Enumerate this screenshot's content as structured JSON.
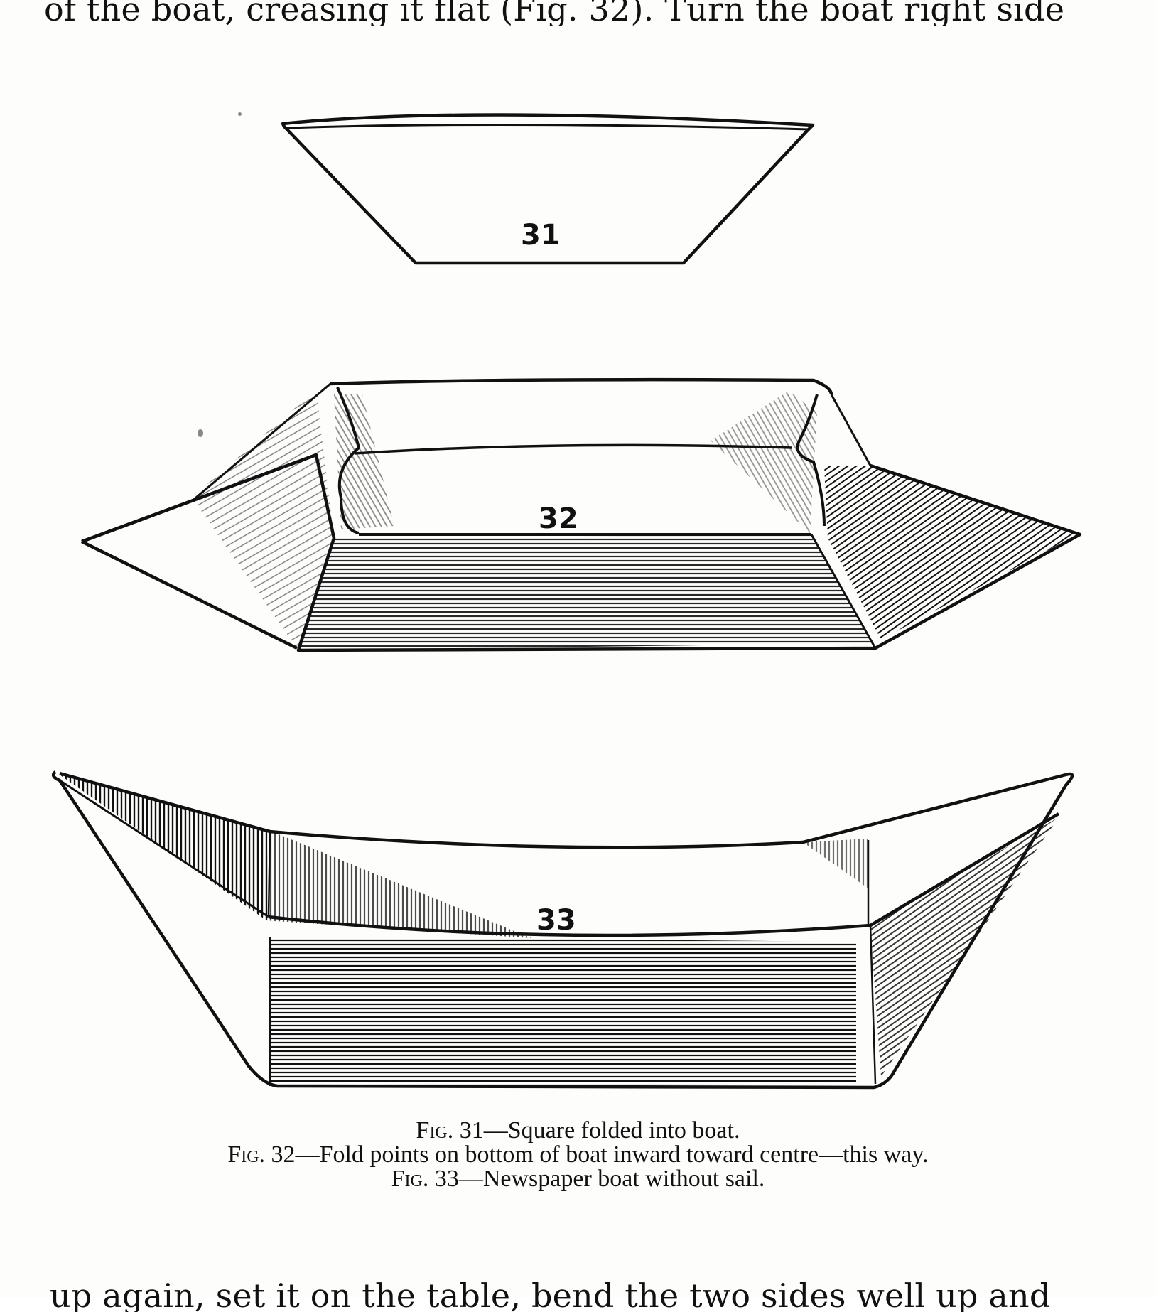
{
  "text": {
    "top_line": "of the boat, creasing it flat (Fig. 32).   Turn the boat right side",
    "bottom_line": "up again, set it on the table, bend the two sides well up and"
  },
  "figures": [
    {
      "number": "31"
    },
    {
      "number": "32"
    },
    {
      "number": "33"
    }
  ],
  "captions": [
    {
      "label": "Fig. 31",
      "text": "—Square folded into boat."
    },
    {
      "label": "Fig. 32",
      "text": "—Fold points on bottom of boat inward toward centre—this way."
    },
    {
      "label": "Fig. 33",
      "text": "—Newspaper boat without sail."
    }
  ]
}
